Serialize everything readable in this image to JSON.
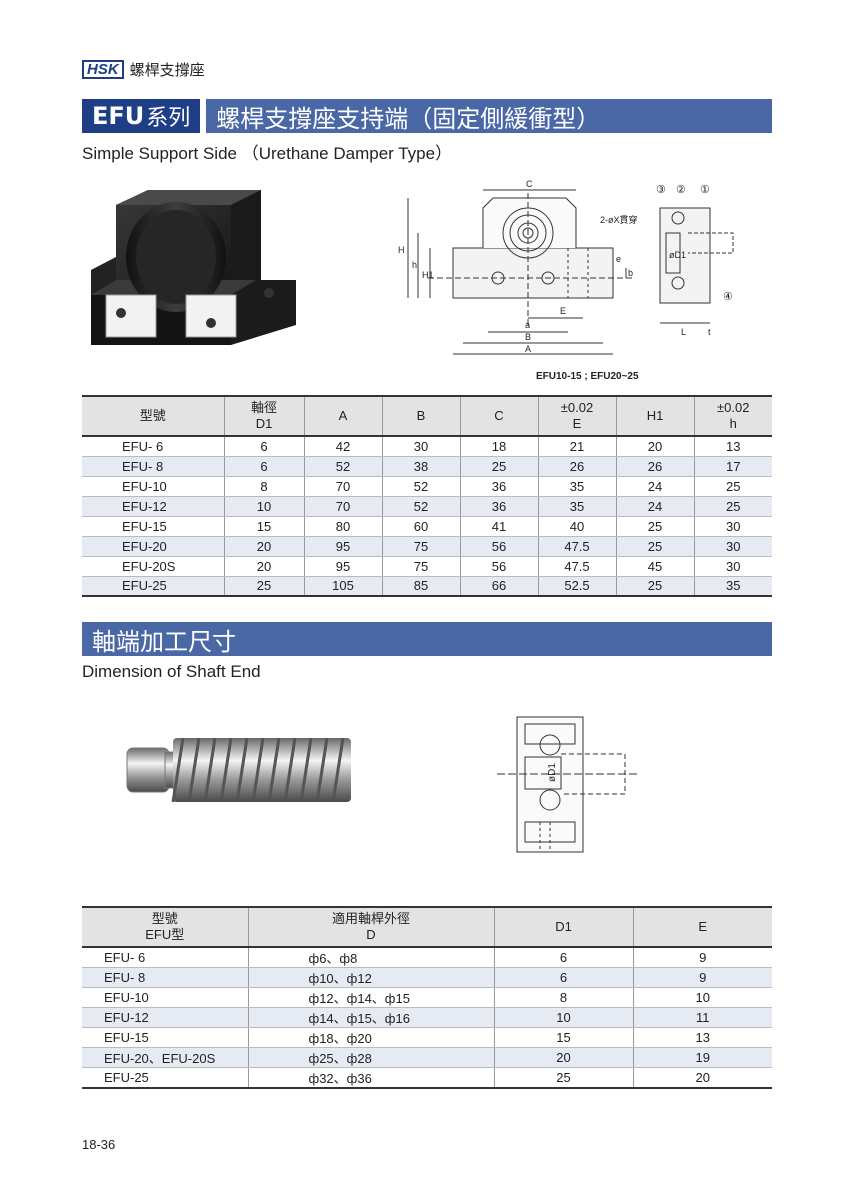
{
  "header": {
    "logo": "HSK",
    "title": "螺桿支撐座"
  },
  "section1": {
    "code": "EFU",
    "series": "系列",
    "title": "螺桿支撐座支持端（固定側緩衝型）",
    "subtitle": "Simple Support Side （Urethane Damper Type）",
    "drawing_caption": "EFU10-15 ; EFU20~25",
    "drawing_labels": {
      "C": "C",
      "H": "H",
      "h": "h",
      "H1": "H1",
      "e": "e",
      "b": "b",
      "E": "E",
      "a": "a",
      "B": "B",
      "A": "A",
      "hole": "2-øX貫穿",
      "D1": "øD1",
      "L": "L",
      "t": "t",
      "n1": "①",
      "n2": "②",
      "n3": "③",
      "n4": "④"
    },
    "table": {
      "headers": [
        {
          "line1": "型號",
          "line2": ""
        },
        {
          "line1": "軸徑",
          "line2": "D1"
        },
        {
          "line1": "A",
          "line2": ""
        },
        {
          "line1": "B",
          "line2": ""
        },
        {
          "line1": "C",
          "line2": ""
        },
        {
          "line1": "±0.02",
          "line2": "E"
        },
        {
          "line1": "H1",
          "line2": ""
        },
        {
          "line1": "±0.02",
          "line2": "h"
        }
      ],
      "rows": [
        [
          "EFU- 6",
          "6",
          "42",
          "30",
          "18",
          "21",
          "20",
          "13"
        ],
        [
          "EFU- 8",
          "6",
          "52",
          "38",
          "25",
          "26",
          "26",
          "17"
        ],
        [
          "EFU-10",
          "8",
          "70",
          "52",
          "36",
          "35",
          "24",
          "25"
        ],
        [
          "EFU-12",
          "10",
          "70",
          "52",
          "36",
          "35",
          "24",
          "25"
        ],
        [
          "EFU-15",
          "15",
          "80",
          "60",
          "41",
          "40",
          "25",
          "30"
        ],
        [
          "EFU-20",
          "20",
          "95",
          "75",
          "56",
          "47.5",
          "25",
          "30"
        ],
        [
          "EFU-20S",
          "20",
          "95",
          "75",
          "56",
          "47.5",
          "45",
          "30"
        ],
        [
          "EFU-25",
          "25",
          "105",
          "85",
          "66",
          "52.5",
          "25",
          "35"
        ]
      ]
    }
  },
  "section2": {
    "title": "軸端加工尺寸",
    "subtitle": "Dimension of Shaft End",
    "drawing_labels": {
      "D1": "øD1"
    },
    "table": {
      "headers": [
        {
          "line1": "型號",
          "line2": "EFU型"
        },
        {
          "line1": "適用軸桿外徑",
          "line2": "D"
        },
        {
          "line1": "D1",
          "line2": ""
        },
        {
          "line1": "E",
          "line2": ""
        }
      ],
      "rows": [
        [
          "EFU- 6",
          "ф6、ф8",
          "6",
          "9"
        ],
        [
          "EFU- 8",
          "ф10、ф12",
          "6",
          "9"
        ],
        [
          "EFU-10",
          "ф12、ф14、ф15",
          "8",
          "10"
        ],
        [
          "EFU-12",
          "ф14、ф15、ф16",
          "10",
          "11"
        ],
        [
          "EFU-15",
          "ф18、ф20",
          "15",
          "13"
        ],
        [
          "EFU-20、EFU-20S",
          "ф25、ф28",
          "20",
          "19"
        ],
        [
          "EFU-25",
          "ф32、ф36",
          "25",
          "20"
        ]
      ]
    }
  },
  "footer": {
    "page": "18-36"
  }
}
